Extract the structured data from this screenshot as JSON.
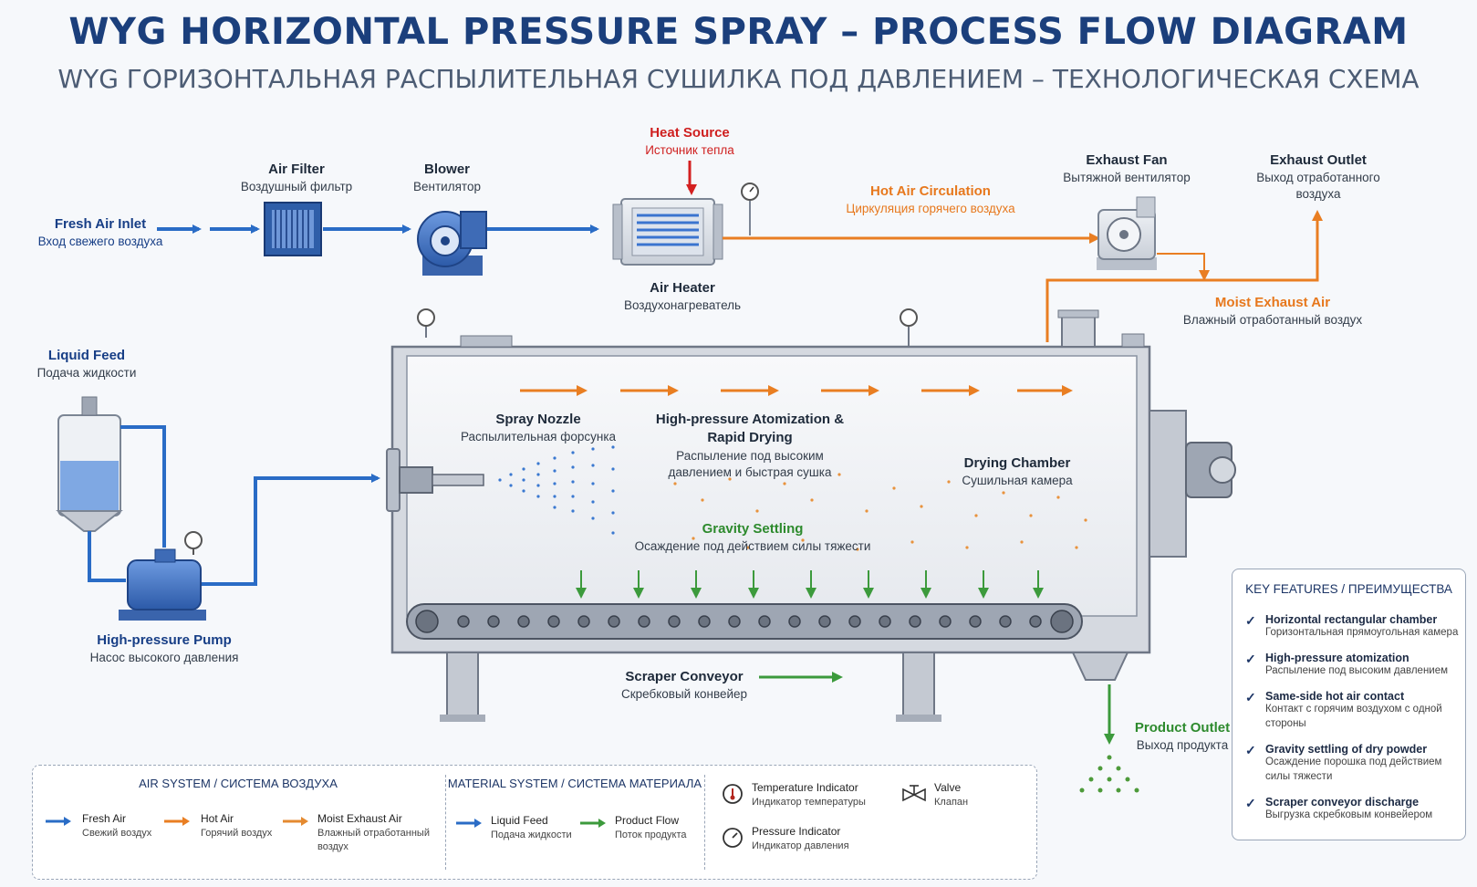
{
  "title": "WYG HORIZONTAL PRESSURE SPRAY – PROCESS FLOW DIAGRAM",
  "subtitle": "WYG ГОРИЗОНТАЛЬНАЯ РАСПЫЛИТЕЛЬНАЯ СУШИЛКА ПОД ДАВЛЕНИЕМ – ТЕХНОЛОГИЧЕСКАЯ СХЕМА",
  "colors": {
    "fresh_air": "#2a6cc6",
    "hot_air": "#e97e22",
    "moist_exhaust": "#e48a30",
    "liquid_feed": "#2a6cc6",
    "product_flow": "#3c9a3c",
    "heat_source": "#d42020",
    "title": "#1b3f7c"
  },
  "labels": {
    "fresh_air_inlet": {
      "en": "Fresh Air Inlet",
      "ru": "Вход свежего воздуха"
    },
    "air_filter": {
      "en": "Air Filter",
      "ru": "Воздушный фильтр"
    },
    "blower": {
      "en": "Blower",
      "ru": "Вентилятор"
    },
    "heat_source": {
      "en": "Heat Source",
      "ru": "Источник тепла"
    },
    "air_heater": {
      "en": "Air Heater",
      "ru": "Воздухонагреватель"
    },
    "hot_air_circulation": {
      "en": "Hot Air Circulation",
      "ru": "Циркуляция горячего воздуха"
    },
    "exhaust_fan": {
      "en": "Exhaust Fan",
      "ru": "Вытяжной вентилятор"
    },
    "exhaust_outlet": {
      "en": "Exhaust Outlet",
      "ru": "Выход отработанного воздуха"
    },
    "moist_exhaust_air": {
      "en": "Moist Exhaust Air",
      "ru": "Влажный отработанный воздух"
    },
    "liquid_feed": {
      "en": "Liquid Feed",
      "ru": "Подача жидкости"
    },
    "spray_nozzle": {
      "en": "Spray Nozzle",
      "ru": "Распылительная форсунка"
    },
    "atomization": {
      "en": "High-pressure Atomization & Rapid Drying",
      "ru": "Распыление под высоким давлением и быстрая сушка"
    },
    "drying_chamber": {
      "en": "Drying Chamber",
      "ru": "Сушильная камера"
    },
    "gravity_settling": {
      "en": "Gravity Settling",
      "ru": "Осаждение под действием силы тяжести"
    },
    "hp_pump": {
      "en": "High-pressure Pump",
      "ru": "Насос высокого давления"
    },
    "scraper_conveyor": {
      "en": "Scraper Conveyor",
      "ru": "Скребковый конвейер"
    },
    "product_outlet": {
      "en": "Product Outlet",
      "ru": "Выход продукта"
    }
  },
  "legend": {
    "air_system": {
      "heading": "AIR SYSTEM / СИСТЕМА ВОЗДУХА",
      "items": [
        {
          "en": "Fresh Air",
          "ru": "Свежий воздух",
          "color": "#2a6cc6"
        },
        {
          "en": "Hot Air",
          "ru": "Горячий воздух",
          "color": "#e97e22"
        },
        {
          "en": "Moist Exhaust Air",
          "ru": "Влажный отработанный воздух",
          "color": "#e48a30"
        }
      ]
    },
    "material_system": {
      "heading": "MATERIAL SYSTEM / СИСТЕМА МАТЕРИАЛА",
      "items": [
        {
          "en": "Liquid Feed",
          "ru": "Подача жидкости",
          "color": "#2a6cc6"
        },
        {
          "en": "Product Flow",
          "ru": "Поток продукта",
          "color": "#3c9a3c"
        }
      ]
    },
    "instruments": [
      {
        "en": "Temperature Indicator",
        "ru": "Индикатор температуры",
        "icon": "thermometer-icon"
      },
      {
        "en": "Pressure Indicator",
        "ru": "Индикатор давления",
        "icon": "gauge-icon"
      },
      {
        "en": "Valve",
        "ru": "Клапан",
        "icon": "valve-icon"
      }
    ]
  },
  "features": {
    "heading": "KEY FEATURES / ПРЕИМУЩЕСТВА",
    "items": [
      {
        "en": "Horizontal rectangular chamber",
        "ru": "Горизонтальная прямоугольная камера"
      },
      {
        "en": "High-pressure atomization",
        "ru": "Распыление под высоким давлением"
      },
      {
        "en": "Same-side hot air contact",
        "ru": "Контакт с горячим воздухом с одной стороны"
      },
      {
        "en": "Gravity settling of dry powder",
        "ru": "Осаждение порошка под действием силы тяжести"
      },
      {
        "en": "Scraper conveyor discharge",
        "ru": "Выгрузка скребковым конвейером"
      }
    ]
  }
}
